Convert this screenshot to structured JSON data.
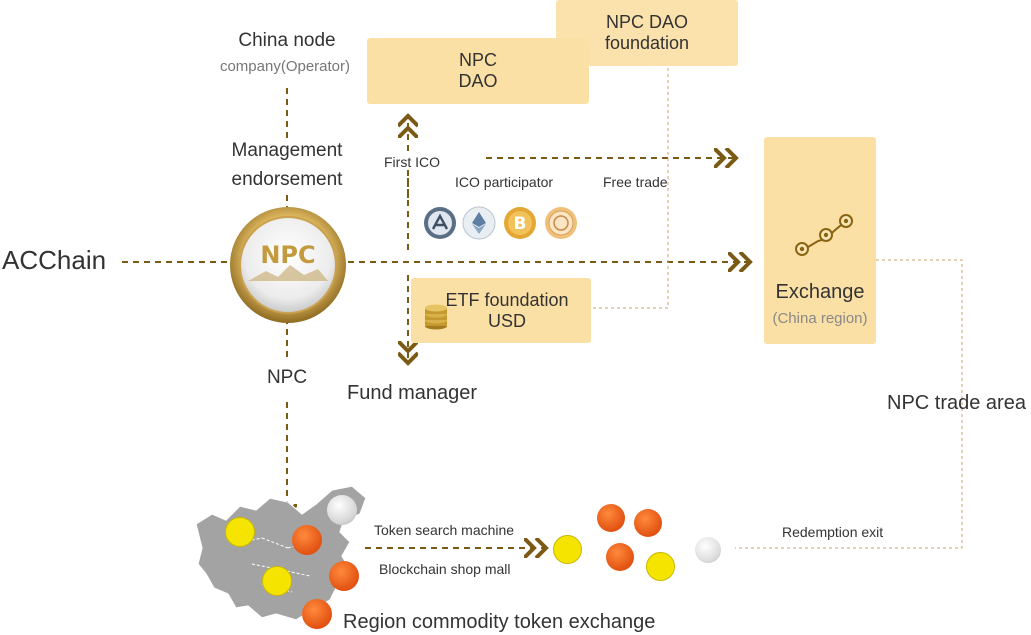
{
  "nodes": {
    "china_node_title": "China node",
    "china_node_sub": "company(Operator)",
    "npc_dao_line1": "NPC",
    "npc_dao_line2": "DAO",
    "npc_dao_foundation_line1": "NPC DAO",
    "npc_dao_foundation_line2": "foundation",
    "management_line1": "Management",
    "management_line2": "endorsement",
    "acchain": "ACChain",
    "coin_text": "NPC",
    "npc_label": "NPC",
    "first_ico": "First ICO",
    "ico_participator": "ICO participator",
    "free_trade": "Free trade",
    "etf_line1": "ETF foundation",
    "etf_line2": "USD",
    "fund_manager": "Fund manager",
    "exchange_title": "Exchange",
    "exchange_sub": "(China region)",
    "npc_trade_area": "NPC trade area",
    "token_search": "Token search machine",
    "blockchain_shop": "Blockchain shop mall",
    "redemption_exit": "Redemption exit",
    "region_exchange": "Region commodity token exchange"
  },
  "colors": {
    "box_fill": "#fbe0a6",
    "dashed_line": "#7a5a14",
    "thin_dashed": "#c9a46a",
    "orange_dot": "#e8591a",
    "yellow_dot": "#f5e400",
    "map_gray": "#a3a3a3"
  },
  "icons": [
    "ark-coin-icon",
    "ethereum-icon",
    "bitcoin-icon",
    "open-coin-icon",
    "coin-stack-icon",
    "growth-chart-icon"
  ]
}
